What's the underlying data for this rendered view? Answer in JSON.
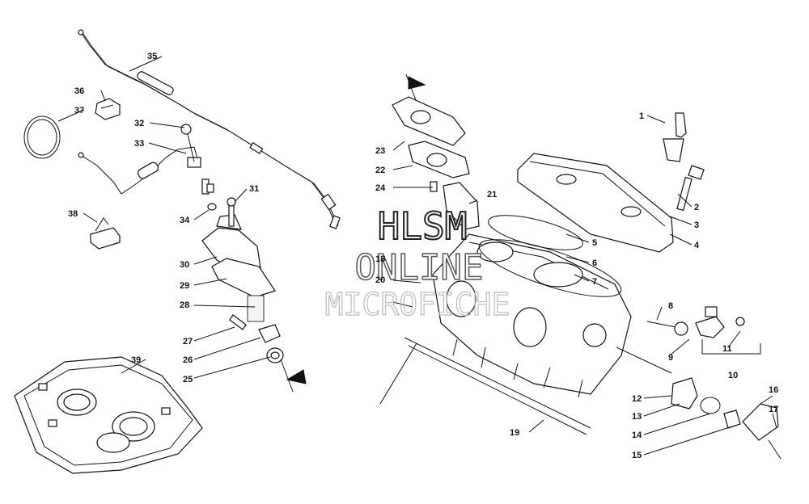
{
  "watermark": {
    "line1": "HLSM",
    "line2": "ONLINE",
    "line3": "MICROFICHE"
  },
  "callouts": {
    "c1": "1",
    "c2": "2",
    "c3": "3",
    "c4": "4",
    "c5": "5",
    "c6": "6",
    "c7": "7",
    "c8": "8",
    "c9": "9",
    "c10": "10",
    "c11": "11",
    "c12": "12",
    "c13": "13",
    "c14": "14",
    "c15": "15",
    "c16": "16",
    "c17": "17",
    "c18": "18",
    "c19": "19",
    "c20": "20",
    "c21": "21",
    "c22": "22",
    "c23": "23",
    "c24": "24",
    "c25": "25",
    "c26": "26",
    "c27": "27",
    "c28": "28",
    "c29": "29",
    "c30": "30",
    "c31": "31",
    "c32": "32",
    "c33": "33",
    "c34": "34",
    "c35": "35",
    "c36": "36",
    "c37": "37",
    "c38": "38",
    "c39": "39"
  }
}
